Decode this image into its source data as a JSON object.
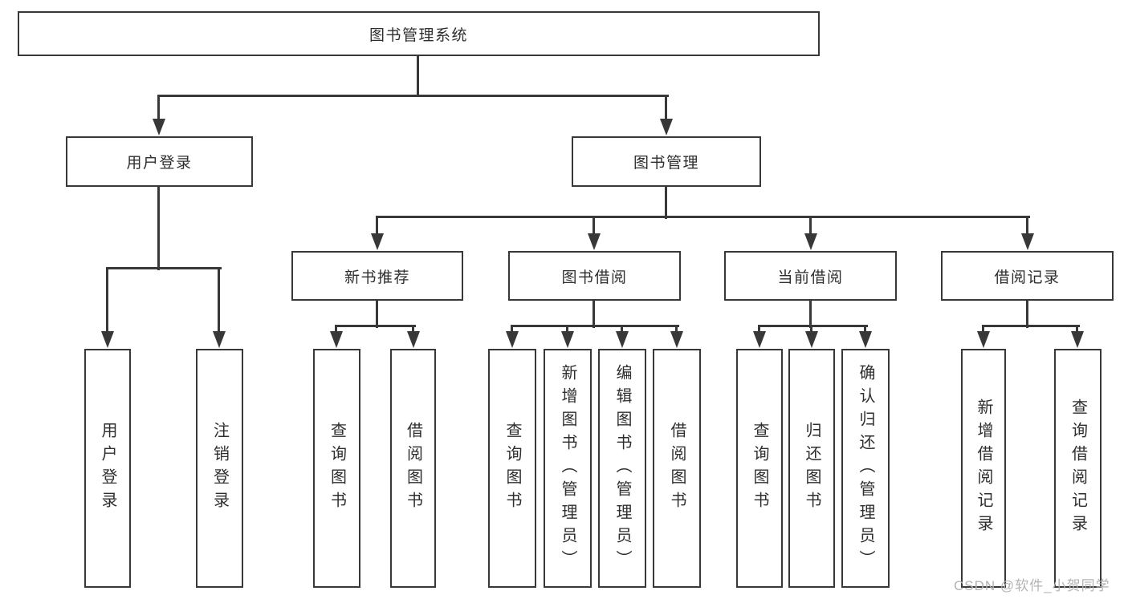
{
  "watermark": "CSDN @软件_小贺同学",
  "colors": {
    "line": "#383838",
    "text": "#2e2e2e",
    "background": "#ffffff",
    "watermark": "#b3b3b3"
  },
  "tree": {
    "root": {
      "label": "图书管理系统"
    },
    "branches": [
      {
        "label": "用户登录",
        "children": [
          {
            "label": "用户登录"
          },
          {
            "label": "注销登录"
          }
        ]
      },
      {
        "label": "图书管理",
        "children": [
          {
            "label": "新书推荐",
            "children": [
              {
                "label": "查询图书"
              },
              {
                "label": "借阅图书"
              }
            ]
          },
          {
            "label": "图书借阅",
            "children": [
              {
                "label": "查询图书"
              },
              {
                "label": "新增图书（管理员）"
              },
              {
                "label": "编辑图书（管理员）"
              },
              {
                "label": "借阅图书"
              }
            ]
          },
          {
            "label": "当前借阅",
            "children": [
              {
                "label": "查询图书"
              },
              {
                "label": "归还图书"
              },
              {
                "label": "确认归还（管理员）"
              }
            ]
          },
          {
            "label": "借阅记录",
            "children": [
              {
                "label": "新增借阅记录"
              },
              {
                "label": "查询借阅记录"
              }
            ]
          }
        ]
      }
    ]
  }
}
